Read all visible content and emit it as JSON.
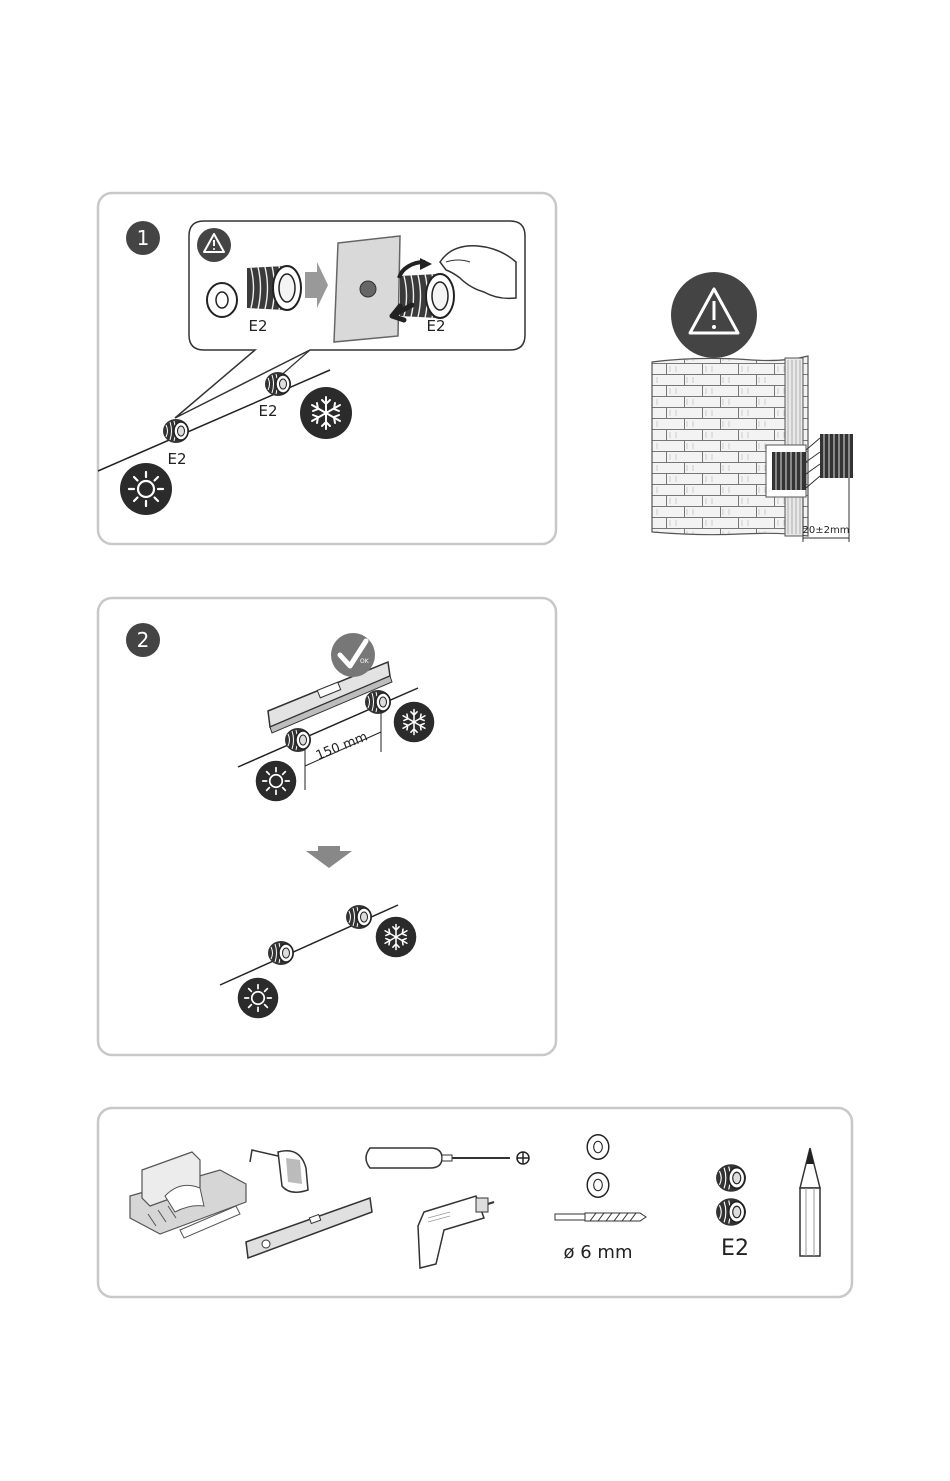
{
  "step1": {
    "number": "1",
    "callout": {
      "label_left": "E2",
      "label_right": "E2"
    },
    "label_upper": "E2",
    "label_lower": "E2"
  },
  "wall_detail": {
    "dimension": "20±2mm"
  },
  "step2": {
    "number": "2",
    "dimension": "150 mm",
    "ok_label": "OK"
  },
  "tools": {
    "drill_bit_label": "ø 6 mm",
    "anchor_label": "E2"
  },
  "icons": {
    "warning": "warning-triangle-icon",
    "sun": "sun-icon",
    "snowflake": "snowflake-icon",
    "check": "check-ok-icon",
    "arrow": "arrow-down-icon"
  }
}
